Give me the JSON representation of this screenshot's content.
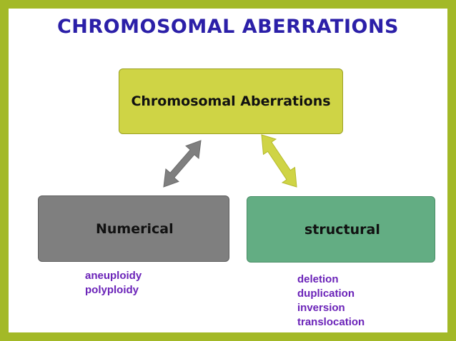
{
  "title": "CHROMOSOMAL ABERRATIONS",
  "colors": {
    "frame": "#a3b927",
    "title": "#2b1fa8",
    "top_box": "#cfd445",
    "numerical_box": "#7f7f7f",
    "structural_box": "#63ad83",
    "list_text": "#6a22b8",
    "arrow_left": "#7f7f7f",
    "arrow_right": "#cfd445"
  },
  "diagram": {
    "root": {
      "label": "Chromosomal Aberrations"
    },
    "numerical": {
      "label": "Numerical",
      "items": [
        "aneuploidy",
        "polyploidy"
      ]
    },
    "structural": {
      "label": "structural",
      "items": [
        "deletion",
        "duplication",
        "inversion",
        "translocation"
      ]
    }
  }
}
